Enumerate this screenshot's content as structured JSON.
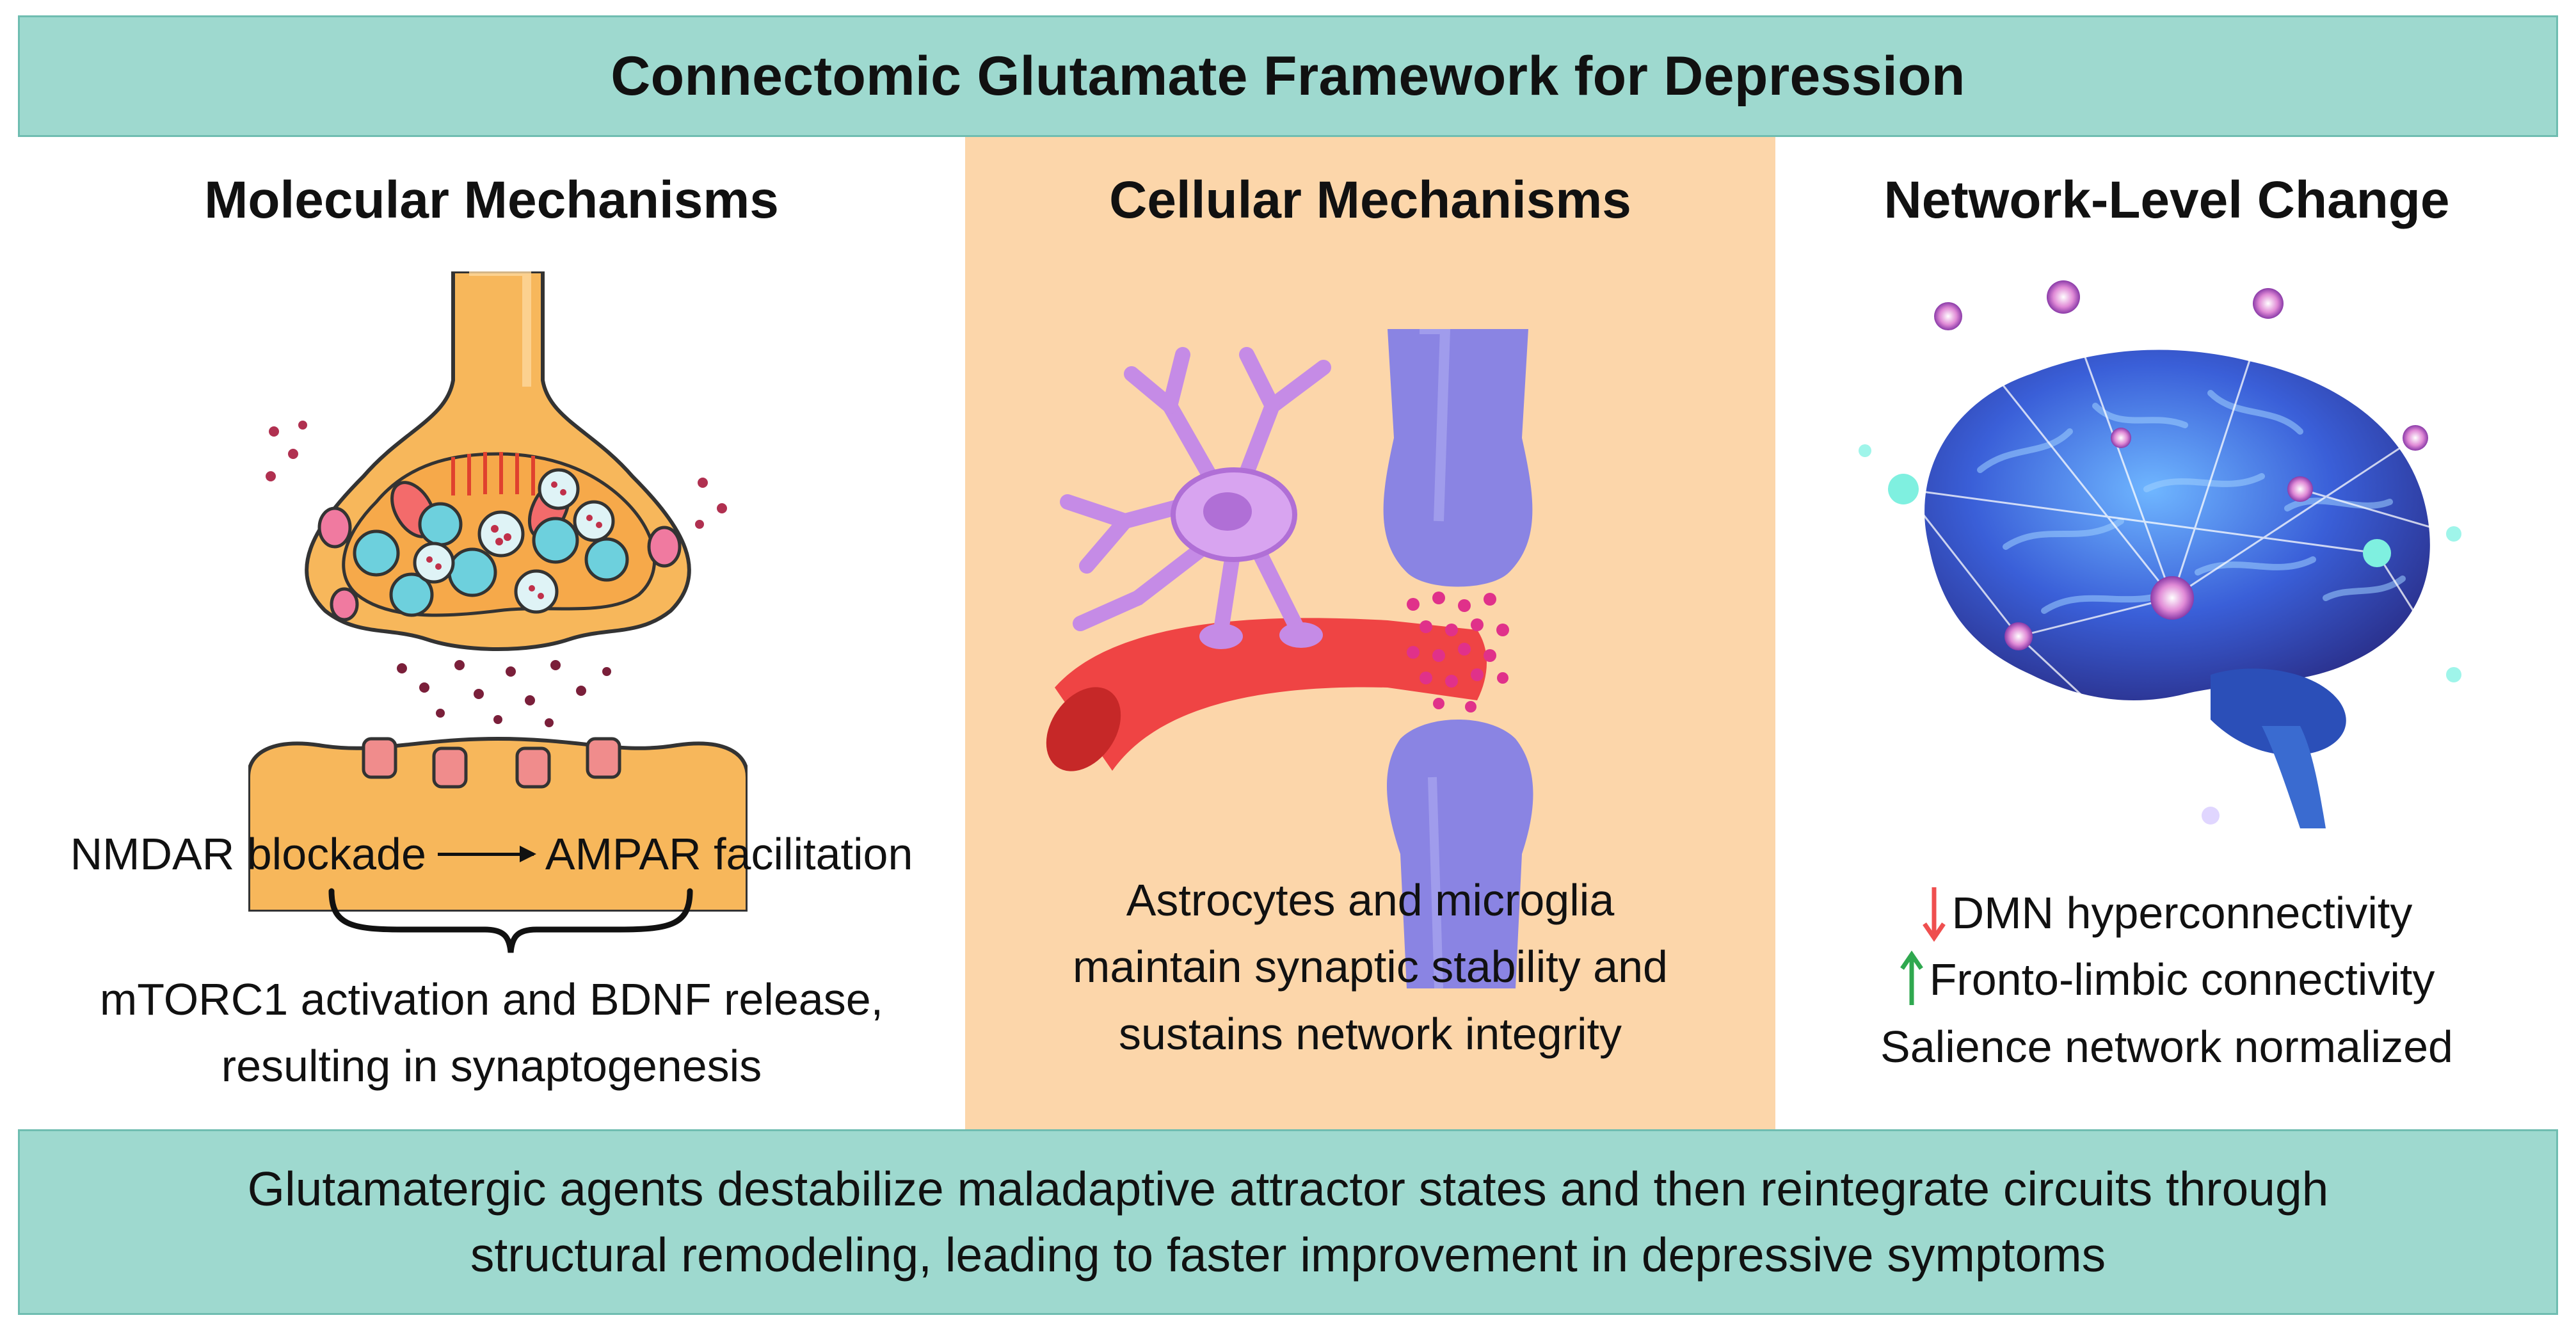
{
  "header": {
    "title": "Connectomic Glutamate Framework for Depression"
  },
  "molecular": {
    "title": "Molecular Mechanisms",
    "from_label": "NMDAR blockade",
    "to_label": "AMPAR facilitation",
    "result_line1": "mTORC1 activation and BDNF release,",
    "result_line2": "resulting in synaptogenesis"
  },
  "cellular": {
    "title": "Cellular Mechanisms",
    "line1": "Astrocytes and microglia",
    "line2": "maintain synaptic stability and",
    "line3": "sustains network integrity"
  },
  "network": {
    "title": "Network-Level Change",
    "item1": "DMN hyperconnectivity",
    "item2": "Fronto-limbic connectivity",
    "item3": "Salience network normalized"
  },
  "footer": {
    "line1": "Glutamatergic agents destabilize maladaptive attractor states and then reintegrate circuits through",
    "line2": "structural remodeling, leading to faster improvement in depressive symptoms"
  },
  "colors": {
    "band": "#9ed9cf",
    "cellular_panel": "#fcd6aa",
    "decrease_arrow": "#ef4f4f",
    "increase_arrow": "#2fa84f"
  }
}
